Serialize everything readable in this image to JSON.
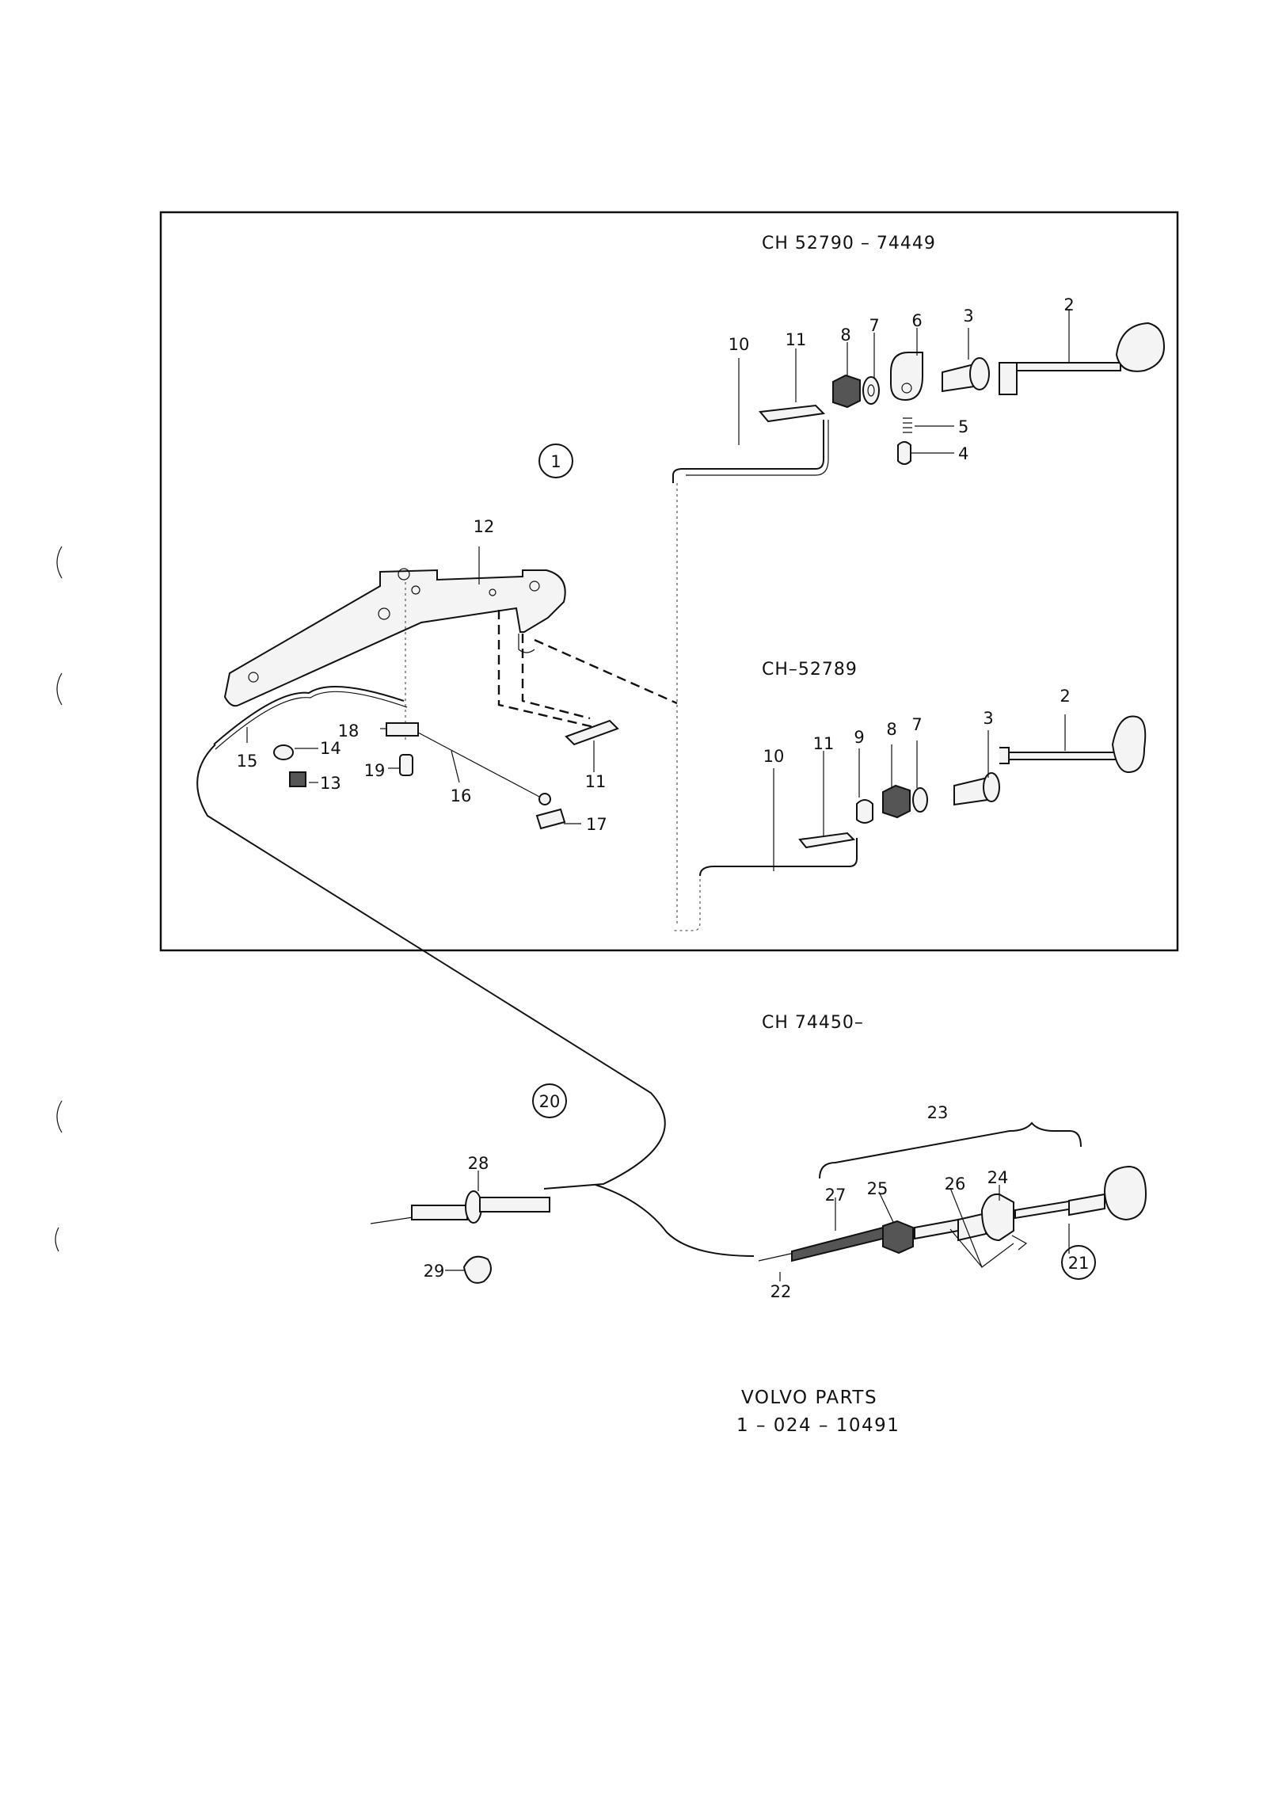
{
  "headers": {
    "top": "CH  52790 – 74449",
    "middle": "CH–52789",
    "lower": "CH  74450–"
  },
  "assemblies": {
    "a1": "1",
    "a20": "20",
    "a21": "21"
  },
  "labels": {
    "l2a": "2",
    "l3a": "3",
    "l4": "4",
    "l5": "5",
    "l6": "6",
    "l7a": "7",
    "l8a": "8",
    "l10a": "10",
    "l11a": "11",
    "l12": "12",
    "l11b": "11",
    "l13": "13",
    "l14": "14",
    "l15": "15",
    "l16": "16",
    "l17": "17",
    "l18": "18",
    "l19": "19",
    "l2b": "2",
    "l3b": "3",
    "l7b": "7",
    "l8b": "8",
    "l9": "9",
    "l10b": "10",
    "l11c": "11",
    "l22": "22",
    "l23": "23",
    "l24": "24",
    "l25": "25",
    "l26": "26",
    "l27": "27",
    "l28": "28",
    "l29": "29"
  },
  "footer": {
    "line1": "VOLVO  PARTS",
    "line2": "1 – 024 – 10491"
  }
}
